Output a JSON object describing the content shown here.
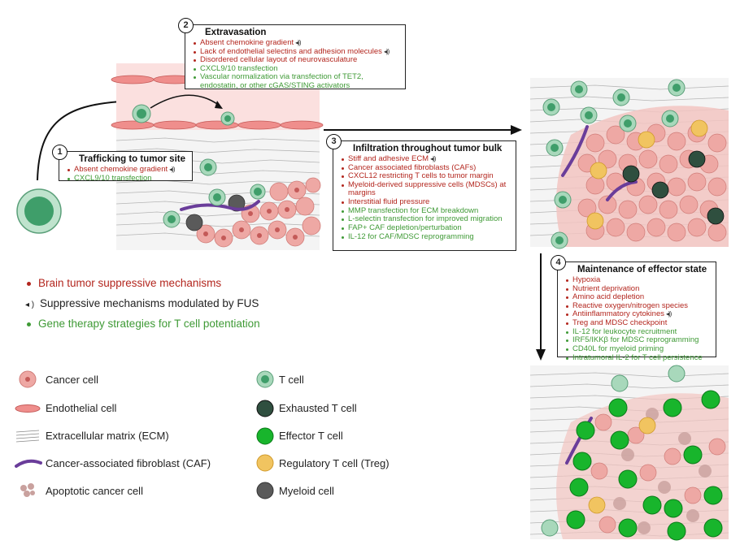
{
  "colors": {
    "suppressive": "#b3261e",
    "fus": "#222222",
    "gene_therapy": "#3f9a36",
    "cancer": "#e9a3a0",
    "endothelial": "#ef8e8c",
    "tcell": "#7cc49a",
    "exhausted": "#2f4f3f",
    "effector": "#18b52c",
    "treg": "#f1c460",
    "myeloid": "#555555",
    "caf": "#6a3d9a"
  },
  "panels": {
    "trafficking": {
      "number": "1",
      "title": "Trafficking to tumor site",
      "items": [
        {
          "text": "Absent chemokine gradient",
          "kind": "red",
          "fus": true
        },
        {
          "text": "CXCL9/10 transfection",
          "kind": "green",
          "fus": false
        }
      ]
    },
    "extravasation": {
      "number": "2",
      "title": "Extravasation",
      "items": [
        {
          "text": "Absent chemokine gradient",
          "kind": "red",
          "fus": true
        },
        {
          "text": "Lack of endothelial selectins and adhesion molecules",
          "kind": "red",
          "fus": true
        },
        {
          "text": "Disordered cellular layout of neurovasculature",
          "kind": "red",
          "fus": false
        },
        {
          "text": "CXCL9/10 transfection",
          "kind": "green",
          "fus": false
        },
        {
          "text": "Vascular normalization via transfection of TET2, endostatin, or other cGAS/STING activators",
          "kind": "green",
          "fus": false
        }
      ]
    },
    "infiltration": {
      "number": "3",
      "title": "Infiltration throughout tumor bulk",
      "items": [
        {
          "text": "Stiff and adhesive ECM",
          "kind": "red",
          "fus": true
        },
        {
          "text": "Cancer associated fibroblasts (CAFs)",
          "kind": "red",
          "fus": false
        },
        {
          "text": "CXCL12 restricting T cells to tumor margin",
          "kind": "red",
          "fus": false
        },
        {
          "text": "Myeloid-derived suppressive cells (MDSCs) at margins",
          "kind": "red",
          "fus": false
        },
        {
          "text": "Interstitial fluid pressure",
          "kind": "red",
          "fus": false
        },
        {
          "text": "MMP transfection for ECM breakdown",
          "kind": "green",
          "fus": false
        },
        {
          "text": "L-selectin transfection for improved migration",
          "kind": "green",
          "fus": false
        },
        {
          "text": "FAP+ CAF depletion/perturbation",
          "kind": "green",
          "fus": false
        },
        {
          "text": "IL-12 for CAF/MDSC reprogramming",
          "kind": "green",
          "fus": false
        }
      ]
    },
    "maintenance": {
      "number": "4",
      "title": "Maintenance of effector state",
      "items": [
        {
          "text": "Hypoxia",
          "kind": "red",
          "fus": false
        },
        {
          "text": "Nutrient deprivation",
          "kind": "red",
          "fus": false
        },
        {
          "text": "Amino acid depletion",
          "kind": "red",
          "fus": false
        },
        {
          "text": "Reactive oxygen/nitrogen species",
          "kind": "red",
          "fus": false
        },
        {
          "text": "Antiinflammatory cytokines",
          "kind": "red",
          "fus": true
        },
        {
          "text": "Treg and MDSC checkpoint",
          "kind": "red",
          "fus": false
        },
        {
          "text": "IL-12 for leukocyte recruitment",
          "kind": "green",
          "fus": false
        },
        {
          "text": "IRF5/IKKβ for MDSC reprogramming",
          "kind": "green",
          "fus": false
        },
        {
          "text": "CD40L for myeloid priming",
          "kind": "green",
          "fus": false
        },
        {
          "text": "Intratumoral IL-2 for T cell persistence",
          "kind": "green",
          "fus": false
        }
      ]
    }
  },
  "key": {
    "suppressive": "Brain tumor suppressive mechanisms",
    "fus": "Suppressive mechanisms modulated by FUS",
    "gene_therapy": "Gene therapy strategies for T cell potentiation"
  },
  "legend": {
    "cancer": "Cancer cell",
    "endothelial": "Endothelial cell",
    "ecm": "Extracellular matrix (ECM)",
    "caf": "Cancer-associated fibroblast (CAF)",
    "apoptotic": "Apoptotic cancer cell",
    "tcell": "T cell",
    "exhausted": "Exhausted T cell",
    "effector": "Effector T cell",
    "treg": "Regulatory T cell (Treg)",
    "myeloid": "Myeloid cell"
  }
}
